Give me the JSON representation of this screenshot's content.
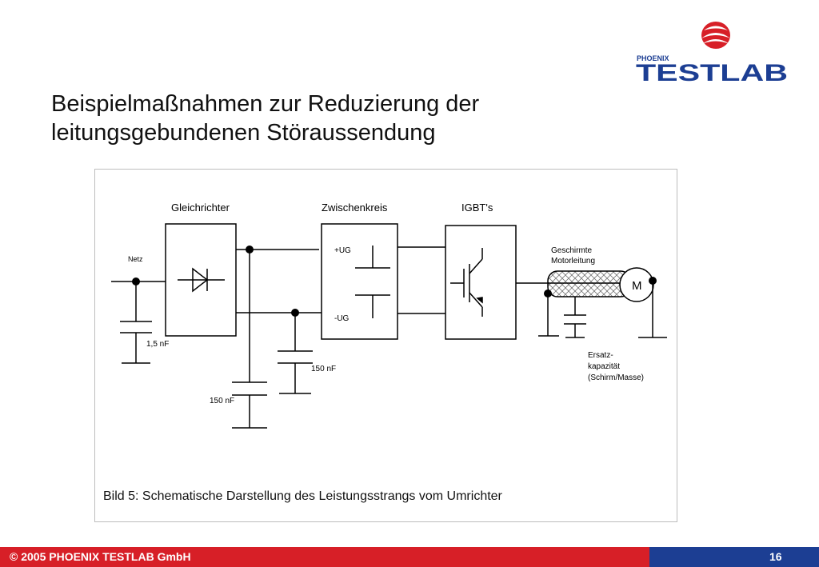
{
  "logo": {
    "brand_small": "PHOENIX",
    "brand_large": "TESTLAB"
  },
  "title": {
    "line1": "Beispielmaßnahmen zur Reduzierung der",
    "line2": "leitungsgebundenen Störaussendung"
  },
  "diagram": {
    "blocks": {
      "rectifier": "Gleichrichter",
      "dc_link": "Zwischenkreis",
      "igbt": "IGBT's"
    },
    "labels": {
      "mains": "Netz",
      "mains_cap": "1,5 nF",
      "dc_pos": "+UG",
      "dc_neg": "-UG",
      "cap_a": "150 nF",
      "cap_b": "150 nF",
      "cable_line1": "Geschirmte",
      "cable_line2": "Motorleitung",
      "motor": "M",
      "equiv_line1": "Ersatz-",
      "equiv_line2": "kapazität",
      "equiv_line3": "(Schirm/Masse)"
    },
    "caption": "Bild 5: Schematische Darstellung des Leistungsstrangs vom Umrichter"
  },
  "footer": {
    "copyright": "© 2005 PHOENIX TESTLAB GmbH",
    "page": "16"
  },
  "colors": {
    "brand_red": "#d71f27",
    "brand_blue": "#1c3e93",
    "line": "#000000"
  }
}
